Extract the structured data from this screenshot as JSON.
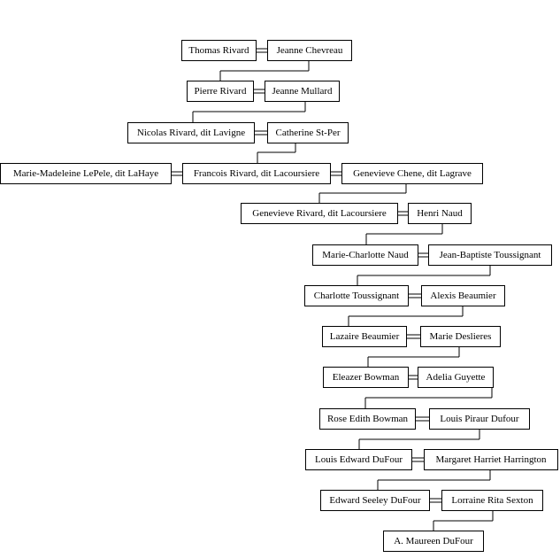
{
  "generations": [
    {
      "person": "Thomas Rivard",
      "spouse": "Jeanne Chevreau"
    },
    {
      "person": "Pierre Rivard",
      "spouse": "Jeanne Mullard"
    },
    {
      "person": "Nicolas Rivard, dit Lavigne",
      "spouse": "Catherine St-Per"
    },
    {
      "person": "Francois Rivard, dit Lacoursiere",
      "spouse": "Genevieve Chene, dit Lagrave",
      "other_spouse": "Marie-Madeleine LePele, dit LaHaye"
    },
    {
      "person": "Genevieve Rivard, dit Lacoursiere",
      "spouse": "Henri Naud"
    },
    {
      "person": "Marie-Charlotte Naud",
      "spouse": "Jean-Baptiste Toussignant"
    },
    {
      "person": "Charlotte Toussignant",
      "spouse": "Alexis Beaumier"
    },
    {
      "person": "Lazaire Beaumier",
      "spouse": "Marie Deslieres"
    },
    {
      "person": "Eleazer Bowman",
      "spouse": "Adelia Guyette"
    },
    {
      "person": "Rose Edith Bowman",
      "spouse": "Louis Piraur Dufour"
    },
    {
      "person": "Louis Edward DuFour",
      "spouse": "Margaret Harriet Harrington"
    },
    {
      "person": "Edward Seeley DuFour",
      "spouse": "Lorraine Rita Sexton"
    },
    {
      "person": "A. Maureen DuFour"
    }
  ]
}
